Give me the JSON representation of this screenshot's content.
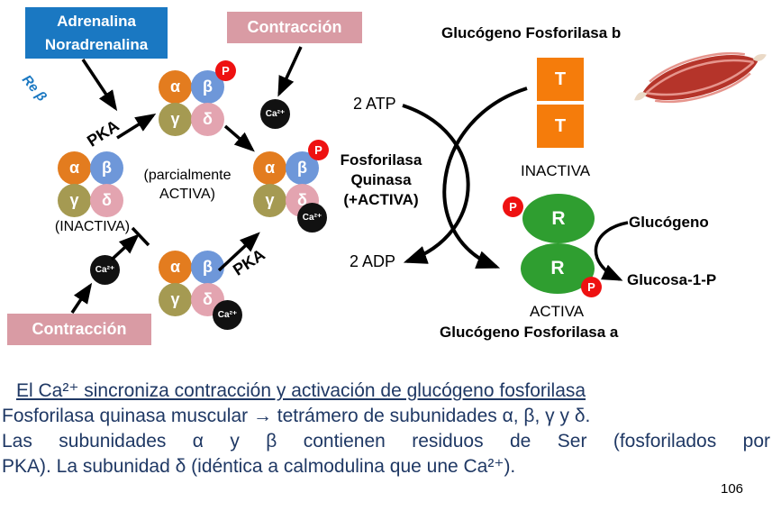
{
  "colors": {
    "blue_box": "#1a78c2",
    "pink_box": "#d99ba4",
    "alpha": "#e37c1f",
    "beta": "#6e97d9",
    "gamma": "#a59a52",
    "delta": "#e3a4b0",
    "red_p": "#ee1111",
    "black_ca": "#111111",
    "orange_t": "#f57c0b",
    "green_r": "#2f9e30",
    "caption": "#1f3864"
  },
  "diagram": {
    "adrenalina": {
      "line1": "Adrenalina",
      "line2": "Noradrenalina"
    },
    "contraccion_top": "Contracción",
    "contraccion_bottom": "Contracción",
    "re_beta": "Re β",
    "pka_upper": "PKA",
    "pka_lower": "PKA",
    "subunits": {
      "alpha": "α",
      "beta": "β",
      "gamma": "γ",
      "delta": "δ"
    },
    "p_label": "P",
    "ca_label": "Ca²⁺",
    "inactiva_left": "(INACTIVA)",
    "parcialmente": {
      "line1": "(parcialmente",
      "line2": "ACTIVA)"
    },
    "fosforilasa_quinasa": {
      "line1": "Fosforilasa",
      "line2": "Quinasa",
      "line3": "(+ACTIVA)"
    },
    "atp": "2 ATP",
    "adp": "2 ADP",
    "fosforilasa_b_title": "Glucógeno Fosforilasa b",
    "t_label": "T",
    "inactiva_right": "INACTIVA",
    "r_label": "R",
    "activa": "ACTIVA",
    "glucogeno": "Glucógeno",
    "glucosa_1p": "Glucosa-1-P",
    "fosforilasa_a_title": "Glucógeno Fosforilasa a"
  },
  "caption": {
    "line1": "El Ca²⁺ sincroniza contracción y activación de glucógeno fosforilasa",
    "line2": "Fosforilasa quinasa muscular → tetrámero de subunidades α, β, γ y δ.",
    "line3": "Las subunidades α y β contienen residuos de Ser (fosforilados por",
    "line4": "PKA). La subunidad δ (idéntica a calmodulina que une Ca²⁺)."
  },
  "page_number": "106"
}
